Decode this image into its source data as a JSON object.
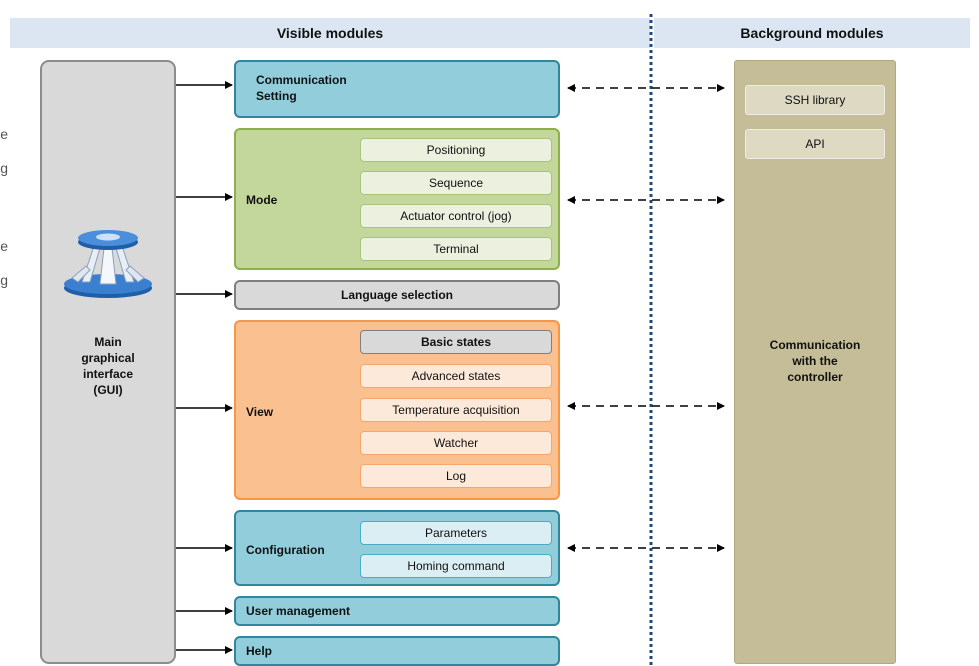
{
  "headers": {
    "visible": "Visible modules",
    "background": "Background modules"
  },
  "cut_text": [
    "e",
    "g",
    "e",
    "g"
  ],
  "gui": {
    "label": "Main\ngraphical\ninterface\n(GUI)",
    "icon": "hexapod-robot-icon"
  },
  "modules": {
    "communication_setting": {
      "label": "Communication\nSetting"
    },
    "mode": {
      "label": "Mode",
      "items": [
        "Positioning",
        "Sequence",
        "Actuator control (jog)",
        "Terminal"
      ]
    },
    "language_selection": {
      "label": "Language selection"
    },
    "view": {
      "label": "View",
      "items": [
        "Basic states",
        "Advanced states",
        "Temperature acquisition",
        "Watcher",
        "Log"
      ]
    },
    "configuration": {
      "label": "Configuration",
      "items": [
        "Parameters",
        "Homing command"
      ]
    },
    "user_management": {
      "label": "User management"
    },
    "help": {
      "label": "Help"
    }
  },
  "background": {
    "items": [
      "SSH library",
      "API"
    ],
    "communication": "Communication\nwith the\ncontroller"
  },
  "colors": {
    "header_bg": "#dce6f2",
    "blue_module": "#92cddc",
    "green_module": "#c3d69b",
    "grey_module": "#d9d9d9",
    "orange_module": "#fac090",
    "background_column": "#c4bd97",
    "divider": "#1f497d"
  }
}
